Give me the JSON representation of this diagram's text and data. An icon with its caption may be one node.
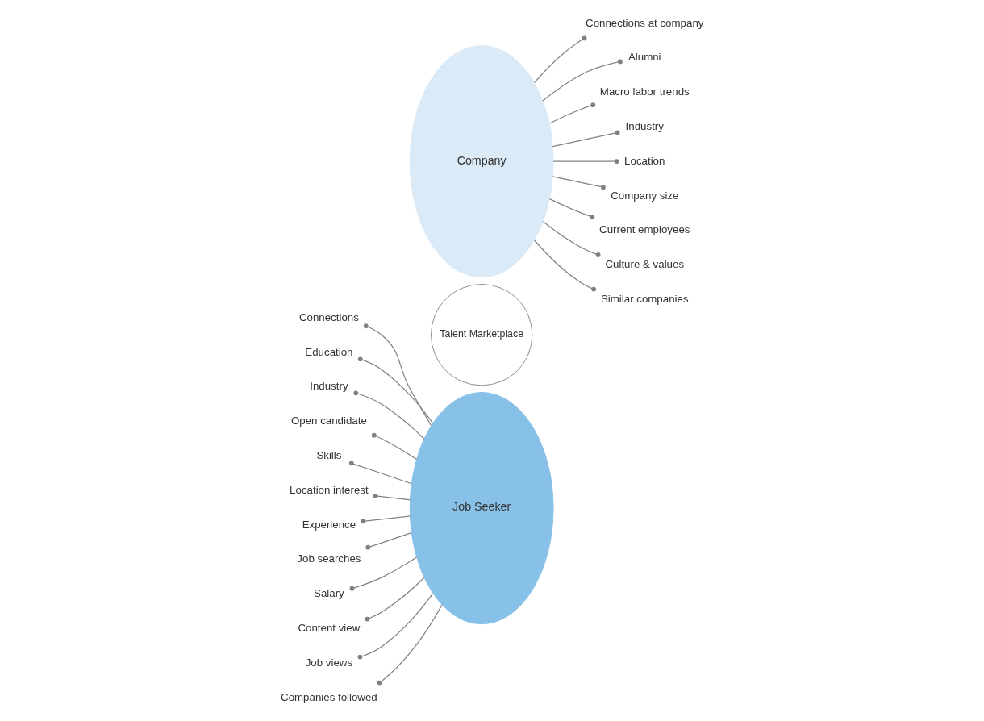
{
  "diagram": {
    "nodes": [
      {
        "text": [
          "Job Seeker"
        ]
      },
      {
        "text": [
          "Talent Marketplace"
        ]
      },
      {
        "text": [
          "Company"
        ]
      },
      {
        "text": [
          "Connections"
        ]
      },
      {
        "text": [
          "Education"
        ]
      },
      {
        "text": [
          "Industry"
        ]
      },
      {
        "text": [
          "Open candidate"
        ]
      },
      {
        "text": [
          "Skills"
        ]
      },
      {
        "text": [
          "Location interest"
        ]
      },
      {
        "text": [
          "Experience"
        ]
      },
      {
        "text": [
          "Job searches"
        ]
      },
      {
        "text": [
          "Salary"
        ]
      },
      {
        "text": [
          "Content view"
        ]
      },
      {
        "text": [
          "Job views"
        ]
      },
      {
        "text": [
          "Companies followed"
        ]
      },
      {
        "text": [
          "Connections at company"
        ]
      },
      {
        "text": [
          "Alumni"
        ]
      },
      {
        "text": [
          "Macro labor trends"
        ]
      },
      {
        "text": [
          "Industry"
        ]
      },
      {
        "text": [
          "Location"
        ]
      },
      {
        "text": [
          "Company size"
        ]
      },
      {
        "text": [
          "Current employees"
        ]
      },
      {
        "text": [
          "Culture & values"
        ]
      },
      {
        "text": [
          "Similar companies"
        ]
      }
    ],
    "edges": [
      {
        "from": 3,
        "to": 0,
        "arrow": "other"
      },
      {
        "from": 4,
        "to": 0,
        "arrow": "other"
      },
      {
        "from": 5,
        "to": 0,
        "arrow": "other"
      },
      {
        "from": 6,
        "to": 0,
        "arrow": "other"
      },
      {
        "from": 7,
        "to": 0,
        "arrow": "other"
      },
      {
        "from": 8,
        "to": 0,
        "arrow": "other"
      },
      {
        "from": 9,
        "to": 0,
        "arrow": "other"
      },
      {
        "from": 10,
        "to": 0,
        "arrow": "other"
      },
      {
        "from": 11,
        "to": 0,
        "arrow": "other"
      },
      {
        "from": 12,
        "to": 0,
        "arrow": "other"
      },
      {
        "from": 13,
        "to": 0,
        "arrow": "other"
      },
      {
        "from": 14,
        "to": 0,
        "arrow": "other"
      },
      {
        "from": 15,
        "to": 2,
        "arrow": "other"
      },
      {
        "from": 16,
        "to": 2,
        "arrow": "other"
      },
      {
        "from": 17,
        "to": 2,
        "arrow": "other"
      },
      {
        "from": 18,
        "to": 2,
        "arrow": "other"
      },
      {
        "from": 19,
        "to": 2,
        "arrow": "other"
      },
      {
        "from": 20,
        "to": 2,
        "arrow": "other"
      },
      {
        "from": 21,
        "to": 2,
        "arrow": "other"
      },
      {
        "from": 22,
        "to": 2,
        "arrow": "other"
      },
      {
        "from": 23,
        "to": 2,
        "arrow": "other"
      }
    ]
  }
}
